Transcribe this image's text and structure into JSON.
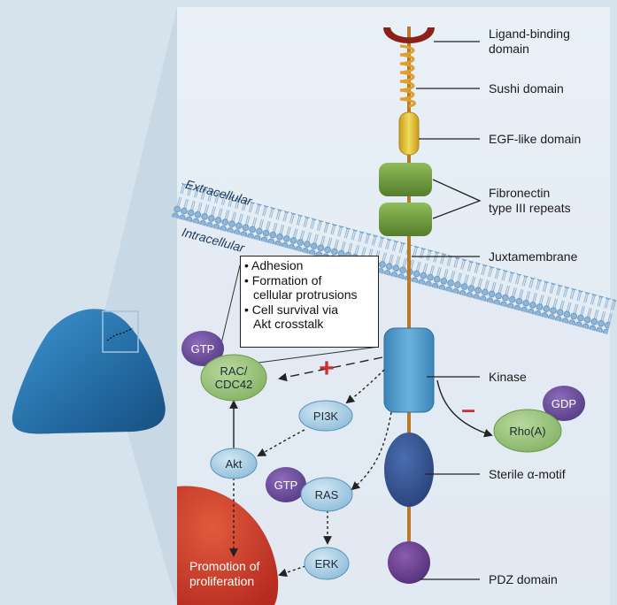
{
  "domain_labels": {
    "ligand": "Ligand-binding\ndomain",
    "sushi": "Sushi domain",
    "egf": "EGF-like domain",
    "fibronectin": "Fibronectin\ntype III repeats",
    "juxtamembrane": "Juxtamembrane",
    "kinase": "Kinase",
    "sterile": "Sterile α-motif",
    "pdz": "PDZ domain"
  },
  "membrane": {
    "outside": "Extracellular",
    "inside": "Intracellular"
  },
  "molecules": {
    "gtp_rac": "GTP",
    "rac": "RAC/\nCDC42",
    "pi3k": "PI3K",
    "akt": "Akt",
    "gtp_ras": "GTP",
    "ras": "RAS",
    "erk": "ERK",
    "gdp": "GDP",
    "rho": "Rho(A)"
  },
  "effects": {
    "activation": "+",
    "inhibition": "–"
  },
  "outcome": "Promotion of\nproliferation",
  "infobox": [
    "• Adhesion",
    "• Formation of",
    "  cellular protrusions",
    "• Cell survival via",
    "  Akt crosstalk"
  ],
  "colors": {
    "background": "#d6e2ec",
    "panel": "#e6eef6",
    "ligand_cup": "#8c2119",
    "sushi_coil": "#e0a030",
    "egf": "#e2c235",
    "fibronectin": "#6f9c3e",
    "stalk": "#b8792a",
    "kinase": "#4b95c4",
    "sterile_motif": "#2f4d8a",
    "pdz": "#6a3f8e",
    "rac": "#97c27a",
    "gtp": "#6a4c98",
    "light_blue_node": "#a9cde3",
    "cell_body": "#2b6fa5",
    "proliferation_cell": "#c0392b",
    "plus_sign": "#d22b2b",
    "minus_sign": "#d22b2b"
  }
}
